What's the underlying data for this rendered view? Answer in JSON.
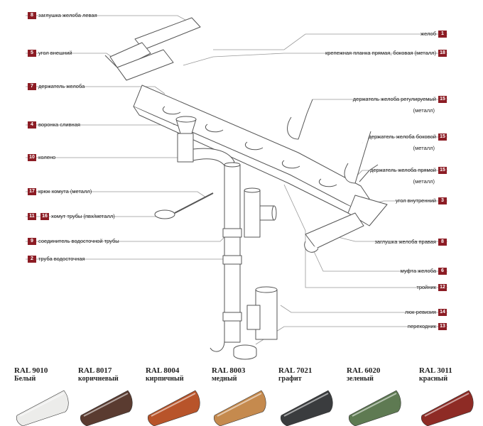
{
  "colors": {
    "accent": "#8c1c24",
    "line": "#999999",
    "stroke": "#555555"
  },
  "left_labels": [
    {
      "num": "8",
      "text": "заглушка желоба левая"
    },
    {
      "num": "5",
      "text": "угол внешний"
    },
    {
      "num": "7",
      "text": "держатель желоба"
    },
    {
      "num": "4",
      "text": "воронка сливная"
    },
    {
      "num": "10",
      "text": "колено"
    },
    {
      "num": "17",
      "text": "крюк хомута (металл)"
    },
    {
      "num": "11",
      "num2": "16",
      "text": "хомут трубы (пвх/металл)"
    },
    {
      "num": "9",
      "text": "соединитель водосточной трубы"
    },
    {
      "num": "2",
      "text": "труба водосточная"
    }
  ],
  "right_labels": [
    {
      "num": "1",
      "text": "желоб"
    },
    {
      "num": "18",
      "text": "крепежная планка прямая, боковая (металл)"
    },
    {
      "num": "15",
      "text": "держатель желоба регулируемый",
      "sub": "(металл)"
    },
    {
      "num": "15",
      "text": "держатель желоба боковой",
      "sub": "(металл)"
    },
    {
      "num": "15",
      "text": "держатель желоба прямой",
      "sub": "(металл)"
    },
    {
      "num": "3",
      "text": "угол внутренний"
    },
    {
      "num": "8",
      "text": "заглушка желоба правая"
    },
    {
      "num": "6",
      "text": "муфта желоба"
    },
    {
      "num": "12",
      "text": "тройник"
    },
    {
      "num": "14",
      "text": "люк-ревизия"
    },
    {
      "num": "13",
      "text": "переходник"
    }
  ],
  "swatches": [
    {
      "code": "RAL 9010",
      "name": "Белый",
      "color": "#ececea"
    },
    {
      "code": "RAL 8017",
      "name": "коричневый",
      "color": "#5a3b30"
    },
    {
      "code": "RAL 8004",
      "name": "кирпичный",
      "color": "#b8542a"
    },
    {
      "code": "RAL 8003",
      "name": "медный",
      "color": "#c58a4e"
    },
    {
      "code": "RAL 7021",
      "name": "графит",
      "color": "#3a3c3e"
    },
    {
      "code": "RAL 6020",
      "name": "зеленый",
      "color": "#5e7a52"
    },
    {
      "code": "RAL 3011",
      "name": "красный",
      "color": "#8e2b25"
    }
  ]
}
